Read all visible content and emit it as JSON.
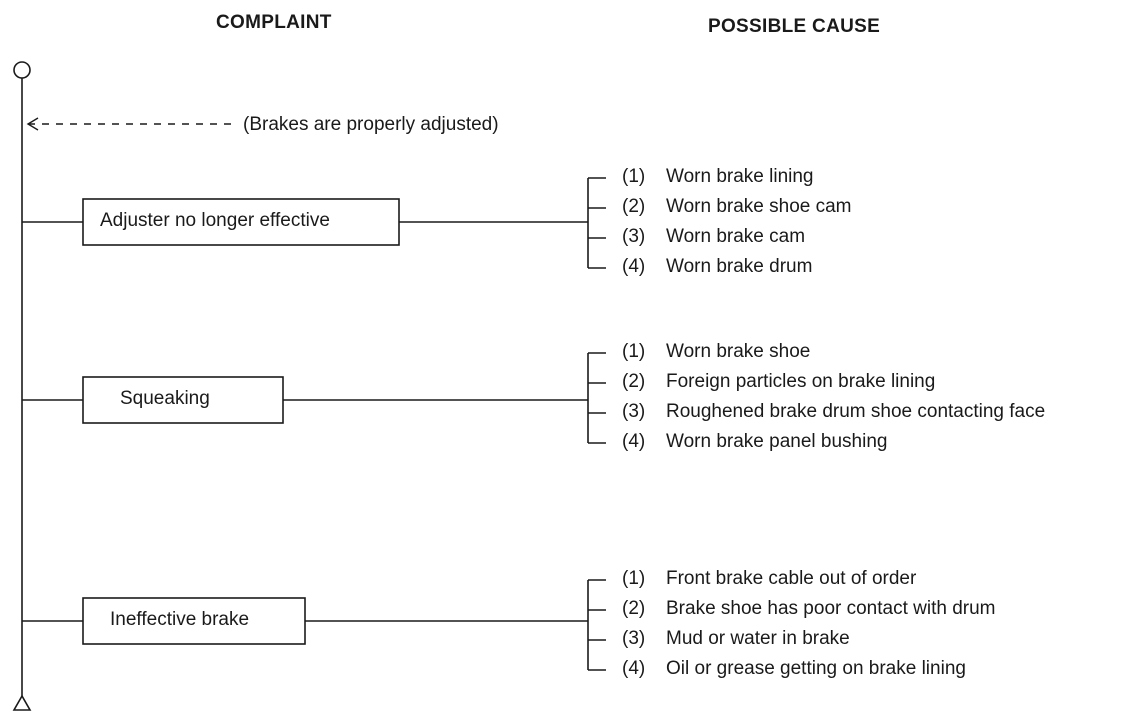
{
  "headers": {
    "complaint": "COMPLAINT",
    "possible_cause": "POSSIBLE CAUSE"
  },
  "note": "(Brakes are properly adjusted)",
  "colors": {
    "ink": "#1a1a1a",
    "background": "#ffffff"
  },
  "complaints": [
    {
      "label": "Adjuster no longer effective",
      "causes": [
        {
          "num": "(1)",
          "text": "Worn brake lining"
        },
        {
          "num": "(2)",
          "text": "Worn brake shoe cam"
        },
        {
          "num": "(3)",
          "text": "Worn brake cam"
        },
        {
          "num": "(4)",
          "text": "Worn brake drum"
        }
      ]
    },
    {
      "label": "Squeaking",
      "causes": [
        {
          "num": "(1)",
          "text": "Worn brake shoe"
        },
        {
          "num": "(2)",
          "text": "Foreign particles on brake lining"
        },
        {
          "num": "(3)",
          "text": "Roughened brake drum shoe contacting face"
        },
        {
          "num": "(4)",
          "text": "Worn brake panel bushing"
        }
      ]
    },
    {
      "label": "Ineffective brake",
      "causes": [
        {
          "num": "(1)",
          "text": "Front brake cable out of order"
        },
        {
          "num": "(2)",
          "text": "Brake shoe has poor contact with drum"
        },
        {
          "num": "(3)",
          "text": "Mud or water in brake"
        },
        {
          "num": "(4)",
          "text": "Oil or grease getting on brake lining"
        }
      ]
    }
  ]
}
